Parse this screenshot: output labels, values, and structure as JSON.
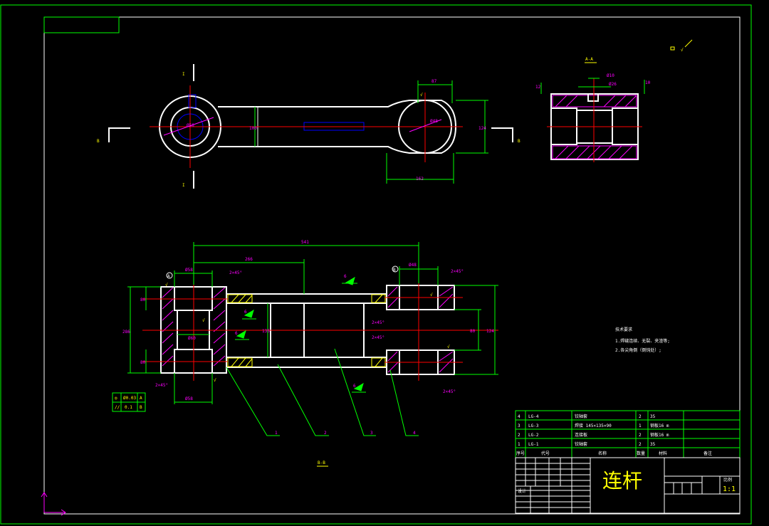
{
  "drawing": {
    "colors": {
      "background": "#000000",
      "outline": "#ffffff",
      "centerline": "#ff0000",
      "dimension": "#00ff00",
      "text": "#ff00ff",
      "annotation": "#ffff00",
      "hidden": "#0000ff",
      "hatch": "#ff00ff"
    },
    "section_marks": {
      "top": "I",
      "bottom": "I",
      "left": "B",
      "right": "B"
    },
    "section_titles": {
      "aa": "A-A",
      "bb": "B-B"
    },
    "top_view_dims": {
      "width_87": "87",
      "width_162": "162",
      "height_124": "124",
      "rod_100": "100",
      "dia_left": "Ø58",
      "dia_right": "Ø48"
    },
    "section_aa_dims": {
      "d1": "Ø10",
      "d2": "Ø26",
      "d3": "12",
      "d4": "10"
    },
    "section_bb_dims": {
      "overall": "541",
      "partial": "266",
      "bore_left": "Ø58",
      "bore_right": "Ø48",
      "bore_left_bottom": "Ø58",
      "left_height": "286",
      "left_top": "80",
      "left_bottom": "80",
      "center_135": "135",
      "right_height": "124",
      "inner_80": "80",
      "inner_b": "Ø60"
    },
    "weld_symbols": [
      "2×45°",
      "2×45°",
      "2×45°",
      "2×45°",
      "2×45°",
      "2×45°"
    ],
    "weld_size": "6",
    "balloons": [
      "1",
      "2",
      "3",
      "4"
    ],
    "tolerance_frame": {
      "row1_sym": "◎",
      "row1_val": "Ø0.03",
      "row1_ref": "A",
      "row2_sym": "//",
      "row2_val": "0.1",
      "row2_ref": "B"
    },
    "datum_a": "A",
    "datum_b": "B",
    "tech_req": {
      "title": "技术要求",
      "items": [
        "1.焊缝连续、无裂、夹渣等;",
        "2.各尖角倒（倒钝处）;"
      ]
    },
    "parts_list": [
      {
        "no": "4",
        "code": "LG-4",
        "name": "铰轴套",
        "qty": "2",
        "material": "35",
        "note": ""
      },
      {
        "no": "3",
        "code": "LG-3",
        "name": "焊接 145×135×90",
        "qty": "1",
        "material": "钢板16 m",
        "note": ""
      },
      {
        "no": "2",
        "code": "LG-2",
        "name": "连接板",
        "qty": "2",
        "material": "钢板16 m",
        "note": ""
      },
      {
        "no": "1",
        "code": "LG-1",
        "name": "铰轴套",
        "qty": "2",
        "material": "35",
        "note": ""
      }
    ],
    "parts_header": [
      "序号",
      "代号",
      "名称",
      "数量",
      "材料",
      "备注"
    ],
    "title_block": {
      "name": "连杆",
      "scale_label": "比例",
      "scale": "1:1",
      "designer_label": "设计"
    }
  }
}
